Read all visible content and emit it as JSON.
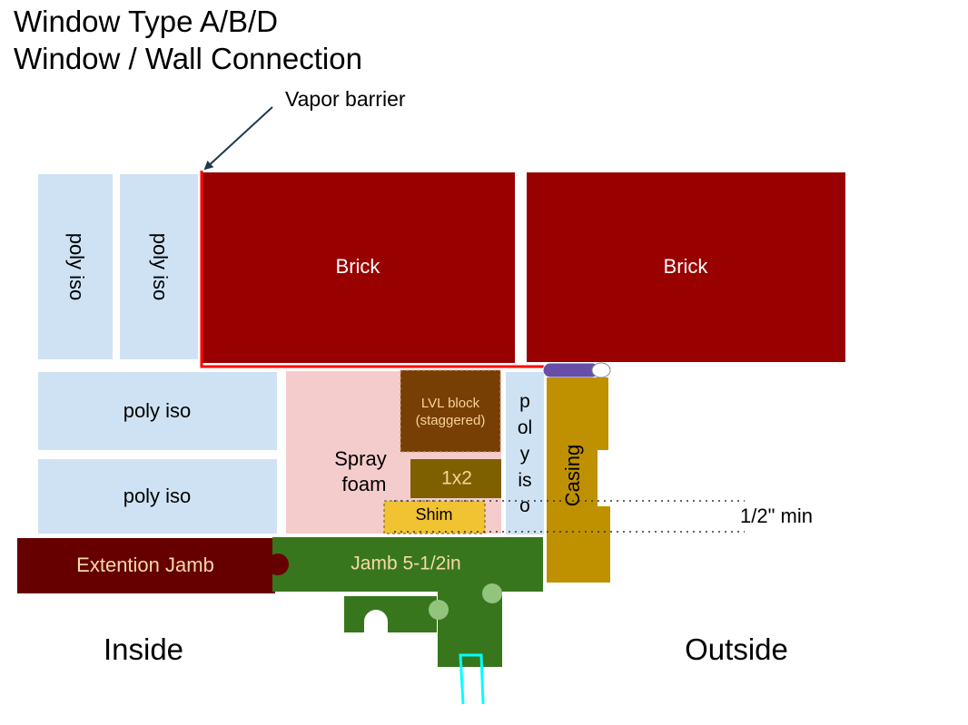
{
  "title_line1": "Window Type A/B/D",
  "title_line2": "Window / Wall Connection",
  "annotations": {
    "vapor_barrier": "Vapor barrier",
    "half_inch_min": "1/2\" min",
    "inside": "Inside",
    "outside": "Outside"
  },
  "parts": {
    "poly_iso": "poly iso",
    "brick": "Brick",
    "spray_foam_line1": "Spray",
    "spray_foam_line2": "foam",
    "lvl_line1": "LVL block",
    "lvl_line2": "(staggered)",
    "one_by_two": "1x2",
    "shim": "Shim",
    "poly_iso_stacked": [
      "p",
      "ol",
      "y",
      "is",
      "o"
    ],
    "casing": "Casing",
    "extension_jamb": "Extention Jamb",
    "jamb": "Jamb 5-1/2in"
  },
  "colors": {
    "brick": "#990000",
    "poly_iso": "#cfe2f3",
    "spray_foam": "#f4cccc",
    "lvl": "#783f04",
    "one_by_two": "#7f6000",
    "shim": "#f1c232",
    "casing": "#bf9000",
    "jamb": "#38761d",
    "extension_jamb": "#660000",
    "vapor_barrier": "#ff0000",
    "window_sash_light": "#93c47d",
    "window_glass_edge": "#00ffff",
    "gasket": "#674ea7"
  }
}
